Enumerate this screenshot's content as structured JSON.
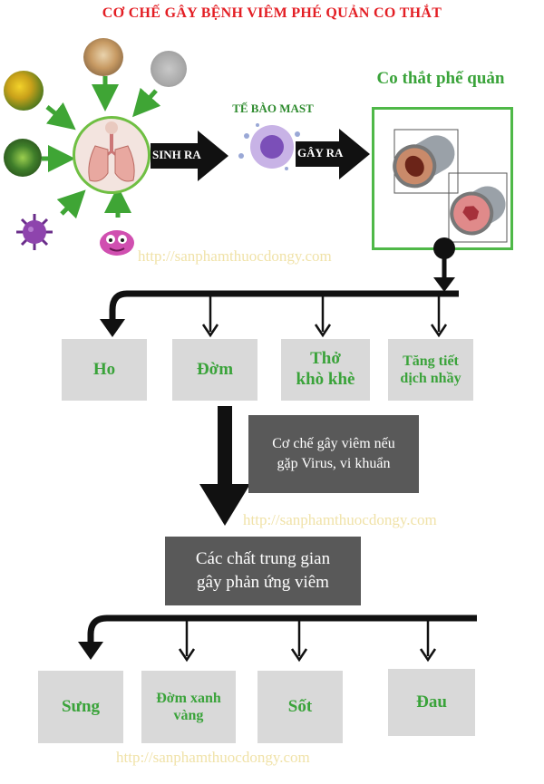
{
  "title": "CƠ CHẾ GÂY BỆNH VIÊM PHÉ QUẢN CO THẮT",
  "mast_cell_label": "TẾ BÀO MAST",
  "arrow_produce_label": "SINH RA",
  "arrow_cause_label": "GÂY RA",
  "bronchospasm_title": "Co thắt phế quản",
  "watermark": "http://sanphamthuocdongy.com",
  "symptoms": [
    "Ho",
    "Đờm",
    "Thở\nkhò khè",
    "Tăng tiết\ndịch nhầy"
  ],
  "infection_note": "Cơ chế gây viêm nếu\ngặp Virus, vi khuẩn",
  "mediators_box": "Các chất trung gian\ngây phản ứng viêm",
  "inflammation_signs": [
    "Sưng",
    "Đờm xanh\nvàng",
    "Sốt",
    "Đau"
  ],
  "colors": {
    "title": "#e31e24",
    "green_text": "#3aa33a",
    "green_arrow": "#3fa535",
    "gray_box": "#d9d9d9",
    "dark_box": "#595959",
    "watermark": "#f0e2a8"
  },
  "icons": [
    "pollen-icon",
    "dog-icon",
    "dust-icon",
    "mold-icon",
    "virus-icon",
    "bacteria-icon",
    "lungs-icon",
    "mast-cell-icon",
    "bronchus-icon"
  ]
}
